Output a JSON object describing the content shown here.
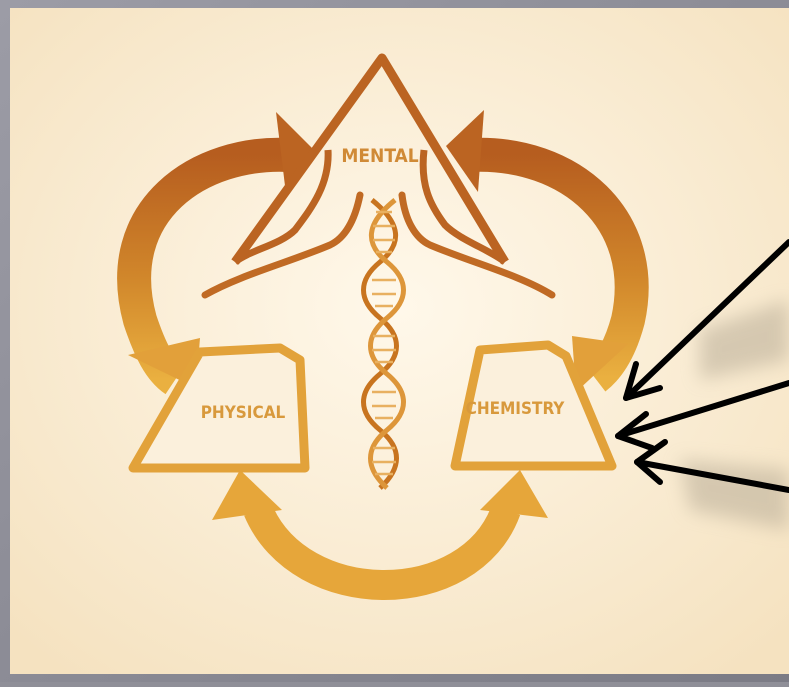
{
  "labels": {
    "mental": "MENTAL",
    "physical": "PHYSICAL",
    "chemistry": "CHEMISTRY"
  },
  "colors": {
    "frame": "#8f8f98",
    "panel": "#fbf0dc",
    "dark_orange": "#b65d1f",
    "mid_orange": "#d1872b",
    "light_orange": "#e8a93a",
    "pointer": "#000000"
  }
}
